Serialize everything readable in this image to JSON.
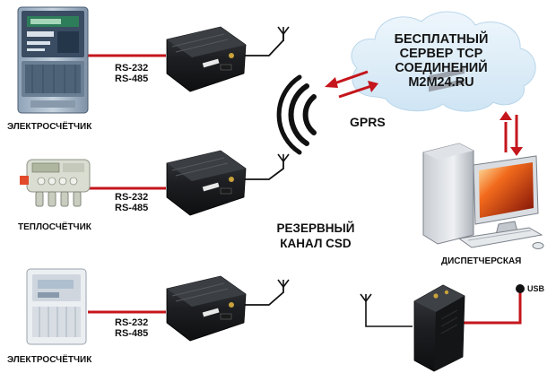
{
  "meters": [
    {
      "label": "ЭЛЕКТРОСЧЁТЧИК"
    },
    {
      "label": "ТЕПЛОСЧЁТЧИК"
    },
    {
      "label": "ЭЛЕКТРОСЧЁТЧИК"
    }
  ],
  "interface_labels": [
    {
      "line1": "RS-232",
      "line2": "RS-485"
    },
    {
      "line1": "RS-232",
      "line2": "RS-485"
    },
    {
      "line1": "RS-232",
      "line2": "RS-485"
    }
  ],
  "cloud": {
    "line1": "БЕСПЛАТНЫЙ",
    "line2": "СЕРВЕР TCP",
    "line3": "СОЕДИНЕНИЙ",
    "line4": "M2M24.RU"
  },
  "gprs_label": "GPRS",
  "backup_channel": {
    "line1": "РЕЗЕРВНЫЙ",
    "line2": "КАНАЛ CSD"
  },
  "dispatch_label": "ДИСПЕТЧЕРСКАЯ",
  "usb_label": "USB",
  "colors": {
    "link_red": "#c4161c",
    "cloud_fill": "#dcedf8",
    "modem_body": "#1d1f22"
  },
  "icons": [
    "electricity-meter-icon",
    "heat-meter-icon",
    "gsm-modem-icon",
    "antenna-icon",
    "signal-waves-icon",
    "cloud-icon",
    "desktop-computer-icon",
    "usb-plug-icon"
  ]
}
